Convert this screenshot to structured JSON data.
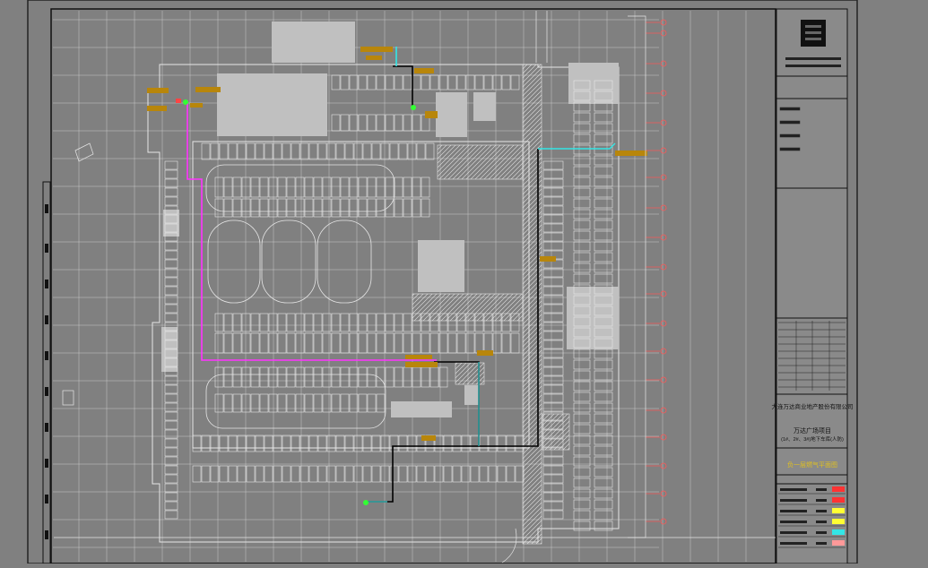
{
  "viewer": {
    "background": "#808080",
    "line_color": "#e6e6e6",
    "accent_colors": {
      "magenta_route": "#ff33ff",
      "cyan_route": "#33e6e6",
      "black_route": "#000000",
      "label_tag": "#b8860b",
      "grid_marker": "#ff5555",
      "green_node": "#33ff33"
    }
  },
  "title_block": {
    "logo_icon": "company-logo-icon",
    "company_line": "大连万达商业地产股份有限公司",
    "project_line_1": "万达广场项目",
    "project_line_2": "(1#、2#、3#)地下车库(人防)",
    "drawing_title": "负一层燃气平面图",
    "legend": [
      {
        "swatch": "#ff3333"
      },
      {
        "swatch": "#ff3333"
      },
      {
        "swatch": "#ffff33"
      },
      {
        "swatch": "#ffff33"
      },
      {
        "swatch": "#33e6e6"
      },
      {
        "swatch": "#ff9999"
      }
    ]
  }
}
